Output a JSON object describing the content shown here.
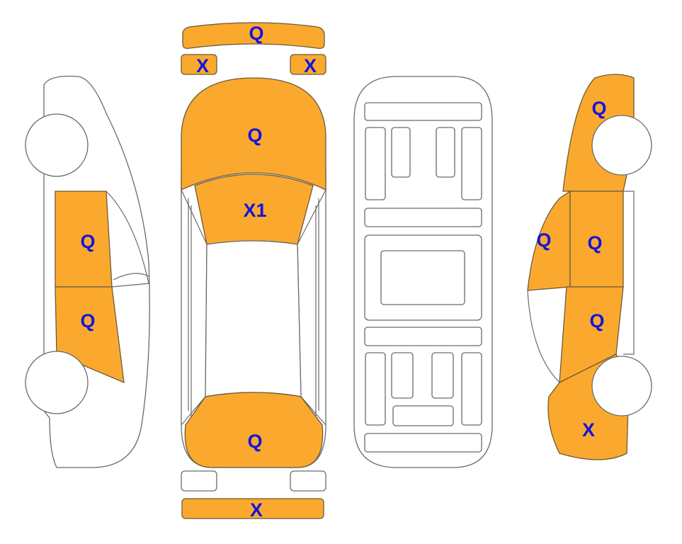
{
  "colors": {
    "damaged": "#FBA92E",
    "label": "#1414DC"
  },
  "top_view": {
    "front_bumper": "Q",
    "left_headlight": "X",
    "right_headlight": "X",
    "hood": "Q",
    "windshield": "X1",
    "trunk": "Q",
    "rear_bumper": "X"
  },
  "left_side": {
    "front_door": "Q",
    "rear_door": "Q"
  },
  "right_side": {
    "front_fender": "Q",
    "a_pillar": "Q",
    "front_door": "Q",
    "rear_door": "Q",
    "rear_quarter": "X"
  }
}
